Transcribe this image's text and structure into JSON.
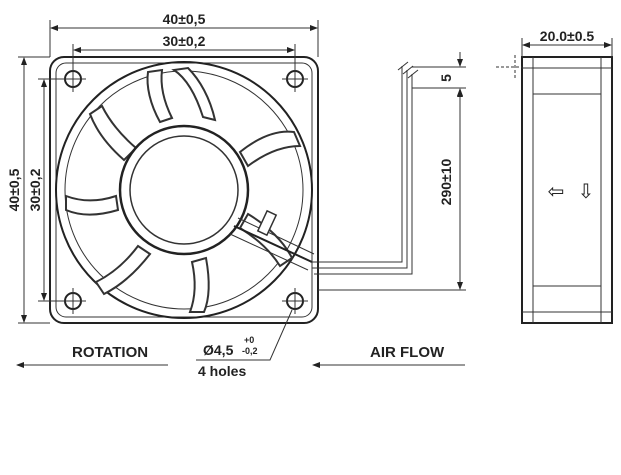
{
  "front_view": {
    "outer_width": "40±0,5",
    "hole_spacing_width": "30±0,2",
    "outer_height": "40±0,5",
    "hole_spacing_height": "30±0,2",
    "hole_diameter_main": "Ø4,5",
    "hole_tol_upper": "+0",
    "hole_tol_lower": "-0,2",
    "hole_count": "4 holes"
  },
  "cable": {
    "wire_spacing": "5",
    "length": "290±10"
  },
  "side_view": {
    "depth": "20.0±0.5",
    "airflow_arrow_glyph": "⇦",
    "rotation_arrow_glyph": "⇩"
  },
  "labels": {
    "rotation": "ROTATION",
    "air_flow": "AIR FLOW"
  }
}
